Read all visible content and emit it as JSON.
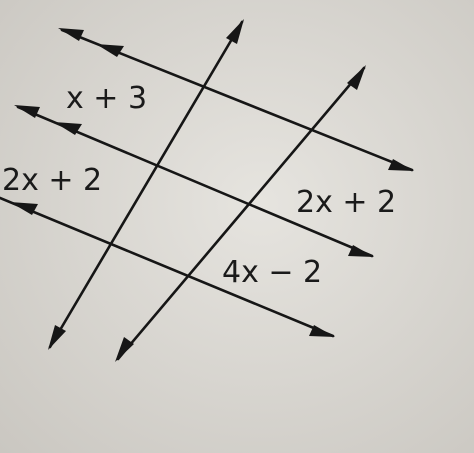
{
  "diagram": {
    "labels": {
      "top_left": "x + 3",
      "mid_left": "2x + 2",
      "mid_right": "2x + 2",
      "bottom_right": "4x − 2"
    },
    "colors": {
      "background": "#d8d6d1",
      "ink": "#161616"
    }
  }
}
